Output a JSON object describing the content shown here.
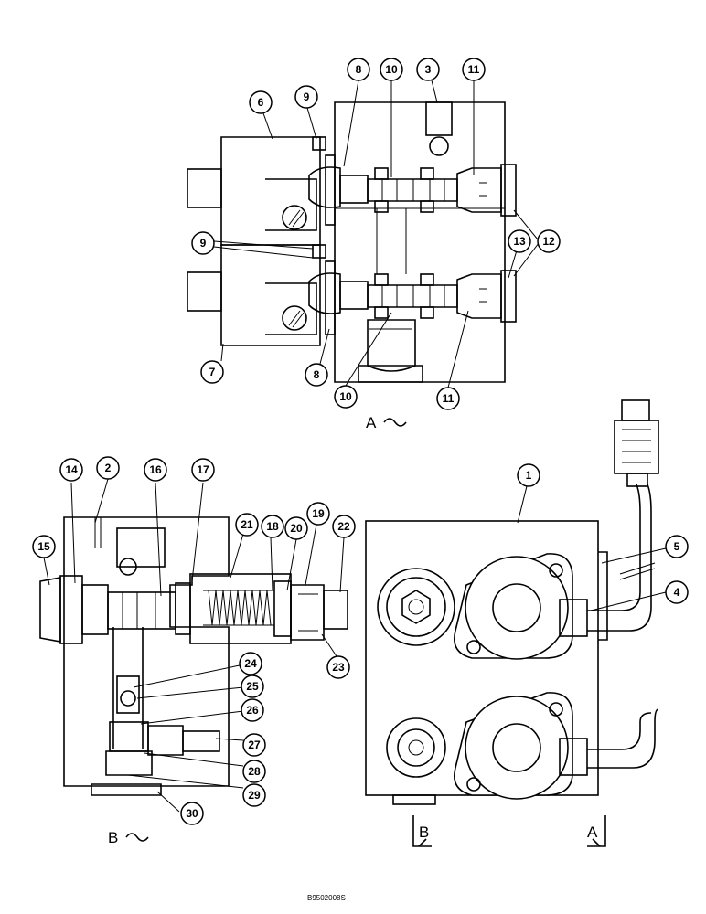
{
  "figure": {
    "view_a_label": "A",
    "view_b_label": "B",
    "section_b_marker": "B",
    "section_a_marker": "A",
    "drawing_code": "B9502008S",
    "callouts_view_a": [
      "6",
      "9",
      "8",
      "10",
      "3",
      "11",
      "9",
      "13",
      "12",
      "7",
      "8",
      "10",
      "11"
    ],
    "callouts_view_b": [
      "14",
      "2",
      "16",
      "17",
      "15",
      "21",
      "18",
      "20",
      "19",
      "22",
      "23",
      "24",
      "25",
      "26",
      "27",
      "28",
      "29",
      "30"
    ],
    "callouts_main": [
      "1",
      "5",
      "4"
    ]
  }
}
